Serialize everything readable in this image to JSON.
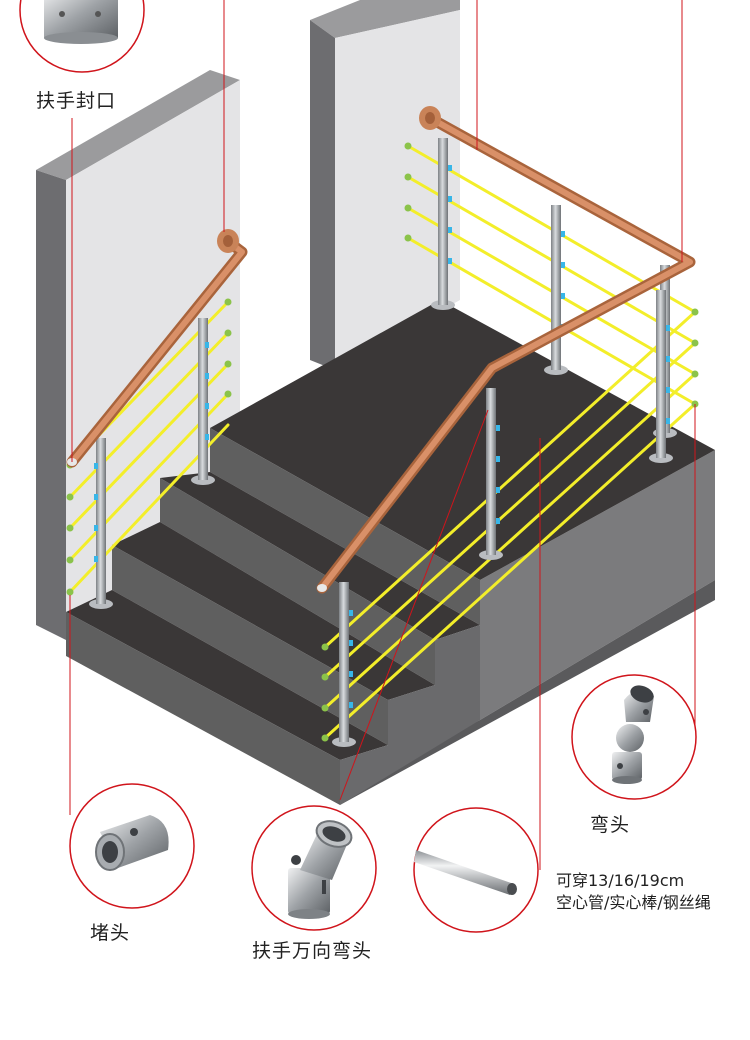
{
  "labels": {
    "handrail_cap": "扶手封口",
    "end_plug": "堵头",
    "swivel_elbow": "扶手万向弯头",
    "elbow": "弯头",
    "rod_spec_line1": "可穿13/16/19cm",
    "rod_spec_line2": "空心管/实心棒/钢丝绳"
  },
  "colors": {
    "wall": "#e4e4e6",
    "wall_side": "#6d6d70",
    "step_top": "#3a3737",
    "step_front": "#5f5f5f",
    "handrail": "#c98358",
    "rod": "#f3ee2a",
    "rod_end": "#8bc34a",
    "clip": "#38b6e8",
    "post": "#a9adb1",
    "callout_line": "#d0141b"
  }
}
